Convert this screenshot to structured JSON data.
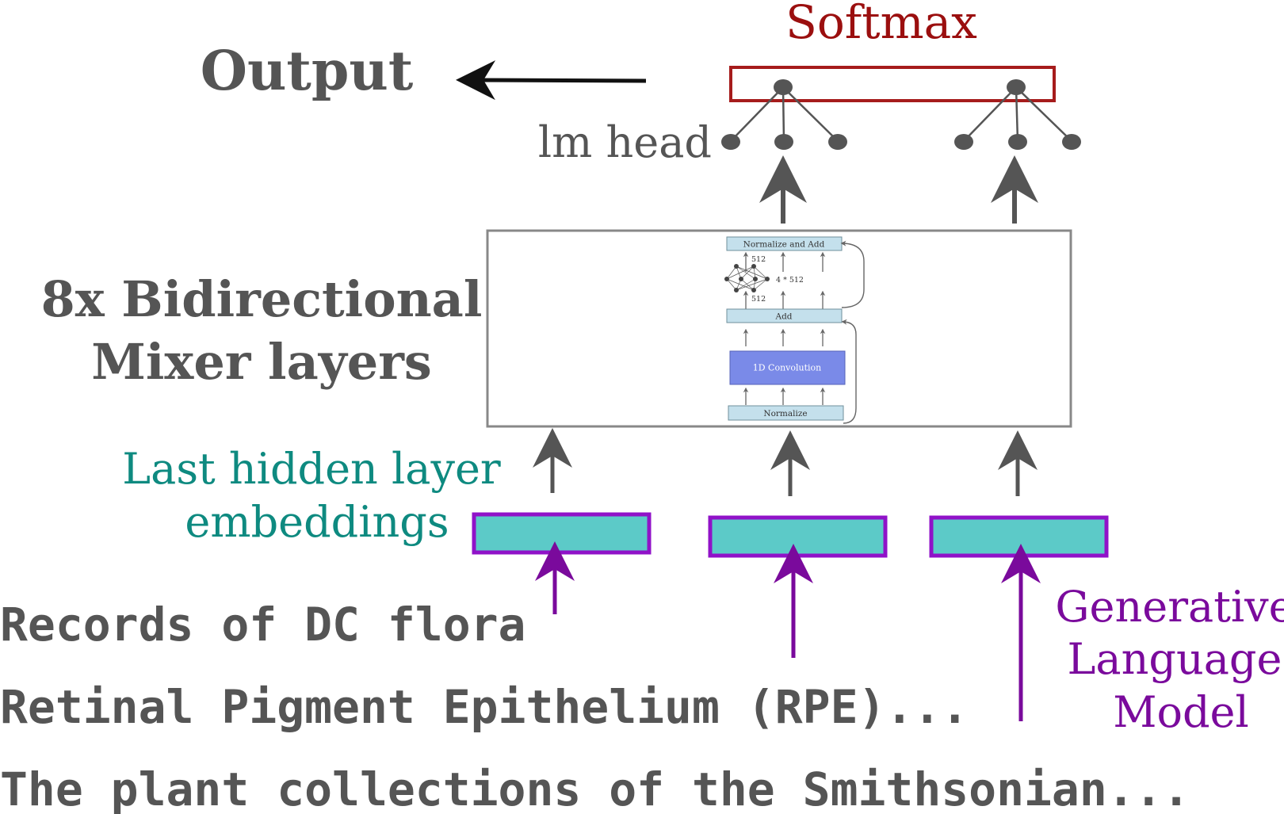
{
  "labels": {
    "softmax": "Softmax",
    "output": "Output",
    "lm_head": "lm head",
    "mixer_line1": "8x Bidirectional",
    "mixer_line2": "Mixer layers",
    "hidden_line1": "Last hidden layer",
    "hidden_line2": "embeddings",
    "glm_line1": "Generative",
    "glm_line2": "Language",
    "glm_line3": "Model"
  },
  "mixer_block": {
    "normalize_and_add": "Normalize and Add",
    "dim_512_top": "512",
    "dim_4x512": "4 * 512",
    "dim_512_bottom": "512",
    "add": "Add",
    "conv": "1D Convolution",
    "normalize": "Normalize"
  },
  "inputs": [
    "Records of DC flora",
    "Retinal Pigment Epithelium (RPE)...",
    "The plant collections of the Smithsonian..."
  ],
  "colors": {
    "text_gray": "#555555",
    "softmax_red": "#9b0f0f",
    "teal": "#0e8a80",
    "purple": "#7a0a9c",
    "embed_fill": "#5ccac8",
    "embed_border": "#9012c8",
    "conv_fill": "#7a8ae8",
    "light_blue": "#c4e0ec"
  }
}
